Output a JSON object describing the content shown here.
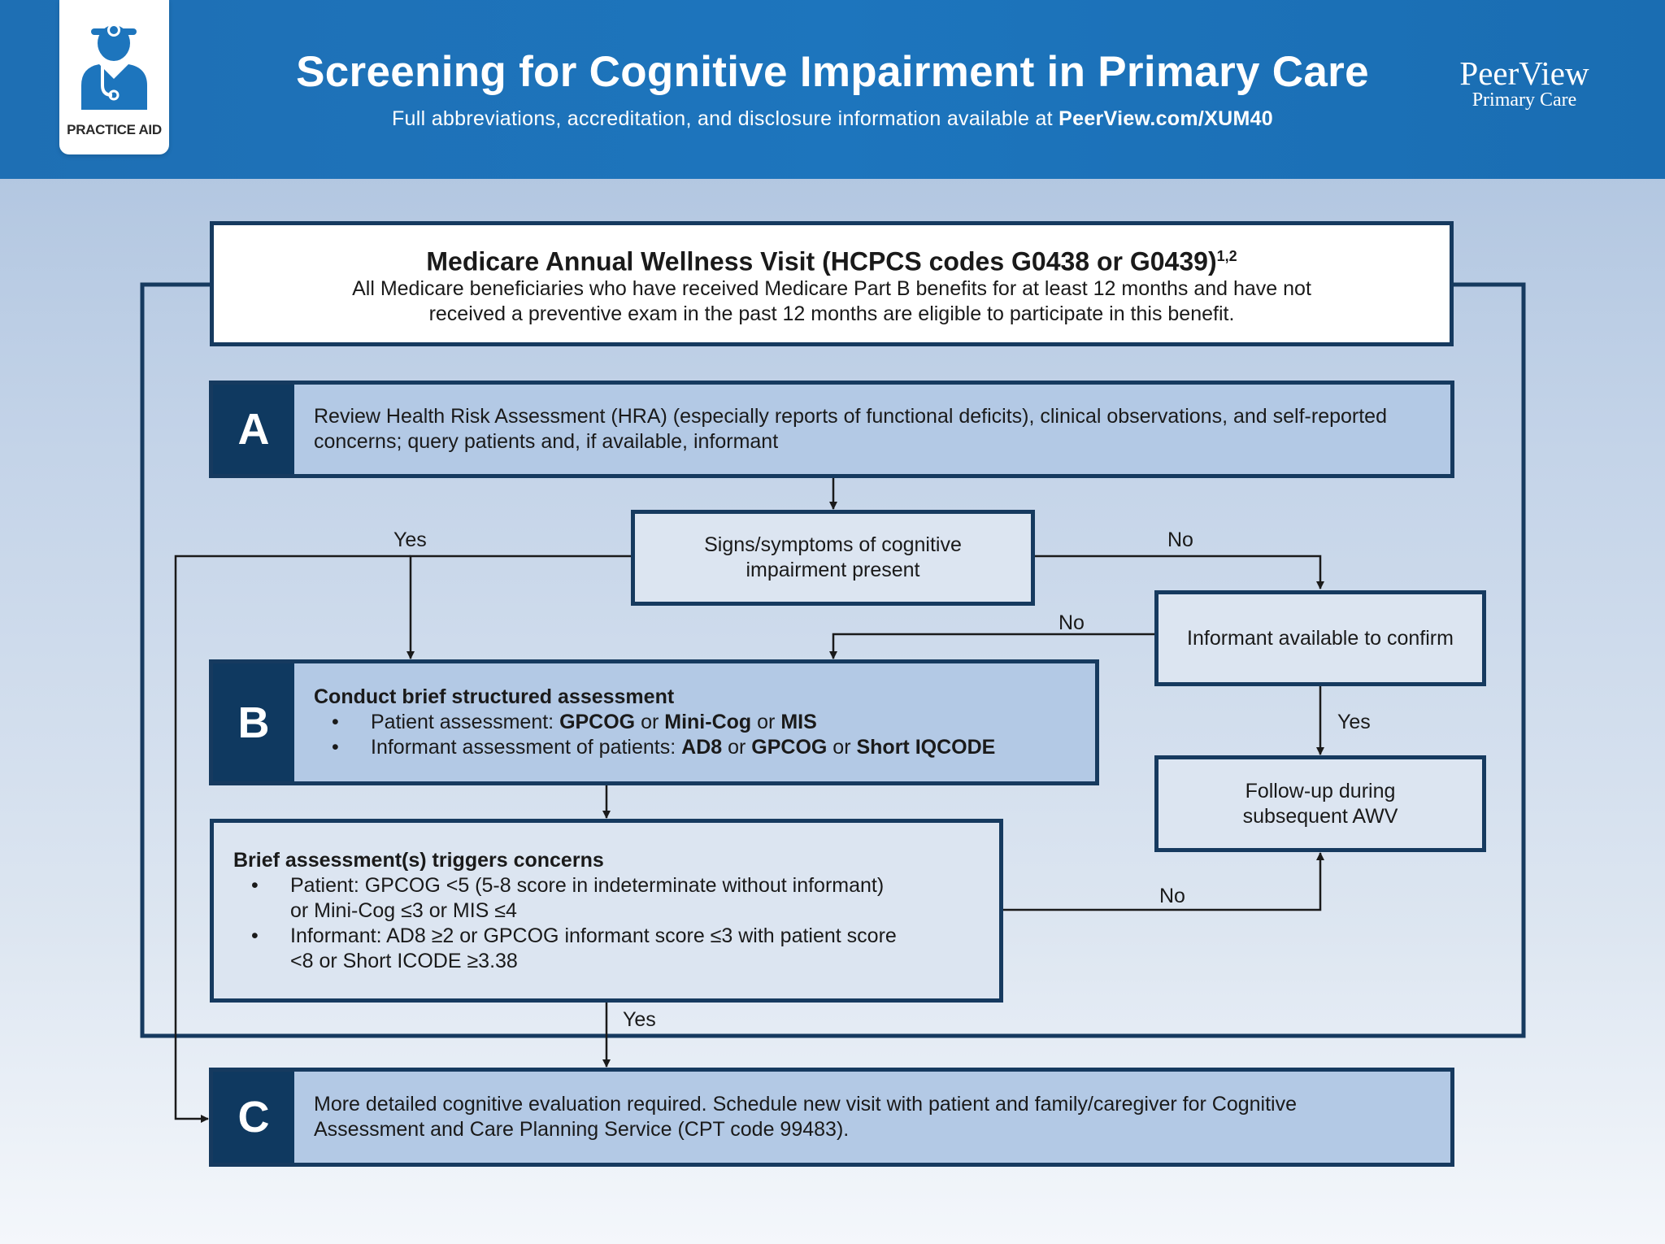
{
  "header": {
    "title": "Screening for Cognitive Impairment in Primary Care",
    "subtitle_prefix": "Full abbreviations, accreditation, and disclosure information available at ",
    "subtitle_link": "PeerView.com/XUM40",
    "badge_label": "PRACTICE AID",
    "badge_icon": "doctor-icon",
    "logo_main": "PeerView",
    "logo_sub": "Primary Care",
    "colors": {
      "banner": "#1d75bd",
      "dark_navy": "#0f3960",
      "step_fill": "#b3c9e5",
      "box_fill": "#dce5f1"
    }
  },
  "medicare": {
    "title": "Medicare Annual Wellness Visit (HCPCS codes G0438 or G0439)",
    "title_sup": "1,2",
    "line1": "All Medicare beneficiaries who have received Medicare Part B benefits for at least 12 months and have not",
    "line2": "received a preventive exam in the past 12 months are eligible to participate in this benefit."
  },
  "step_a": {
    "letter": "A",
    "line1": "Review Health Risk Assessment (HRA) (especially reports of functional deficits), clinical observations, and self-reported",
    "line2": "concerns; query patients and, if available, informant"
  },
  "signs": {
    "line1": "Signs/symptoms of cognitive",
    "line2": "impairment present"
  },
  "informant": {
    "text": "Informant available to confirm"
  },
  "step_b": {
    "letter": "B",
    "title": "Conduct brief structured assessment",
    "bullet1": {
      "label": "Patient assessment: ",
      "t1": "GPCOG",
      "s1": " or ",
      "t2": "Mini-Cog",
      "s2": " or ",
      "t3": "MIS"
    },
    "bullet2": {
      "label": "Informant assessment of patients: ",
      "t1": "AD8",
      "s1": " or ",
      "t2": "GPCOG",
      "s2": " or ",
      "t3": "Short IQCODE"
    }
  },
  "followup": {
    "line1": "Follow-up during",
    "line2": "subsequent AWV"
  },
  "triggers": {
    "title": "Brief assessment(s) triggers concerns",
    "b1_line1": "Patient: GPCOG <5 (5-8 score in indeterminate without informant)",
    "b1_line2": "or Mini-Cog ≤3 or MIS ≤4",
    "b2_line1": "Informant: AD8 ≥2 or GPCOG informant score ≤3 with patient score",
    "b2_line2": "<8 or Short ICODE ≥3.38"
  },
  "step_c": {
    "letter": "C",
    "line1": "More detailed cognitive evaluation required. Schedule new visit with patient and family/caregiver for Cognitive",
    "line2": "Assessment and Care Planning Service (CPT code 99483)."
  },
  "labels": {
    "yes": "Yes",
    "no": "No"
  }
}
